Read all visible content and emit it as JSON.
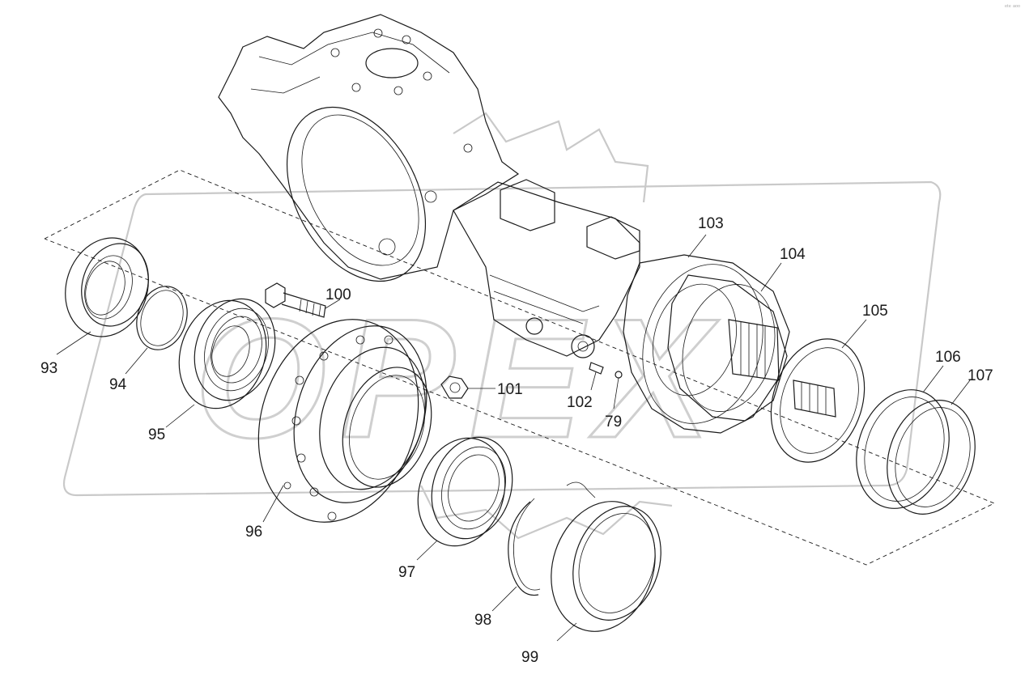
{
  "watermark": {
    "text": "OPEX",
    "color": "#c9c9c9"
  },
  "corner_mark": "ᵉᵗᵉ ᵃᵒᵒ",
  "part_labels": [
    {
      "id": "93",
      "text": "93"
    },
    {
      "id": "94",
      "text": "94"
    },
    {
      "id": "95",
      "text": "95"
    },
    {
      "id": "96",
      "text": "96"
    },
    {
      "id": "97",
      "text": "97"
    },
    {
      "id": "98",
      "text": "98"
    },
    {
      "id": "99",
      "text": "99"
    },
    {
      "id": "100",
      "text": "100"
    },
    {
      "id": "101",
      "text": "101"
    },
    {
      "id": "102",
      "text": "102"
    },
    {
      "id": "79",
      "text": "79"
    },
    {
      "id": "103",
      "text": "103"
    },
    {
      "id": "104",
      "text": "104"
    },
    {
      "id": "105",
      "text": "105"
    },
    {
      "id": "106",
      "text": "106"
    },
    {
      "id": "107",
      "text": "107"
    }
  ],
  "colors": {
    "line": "#1a1a1a",
    "background": "#ffffff"
  }
}
